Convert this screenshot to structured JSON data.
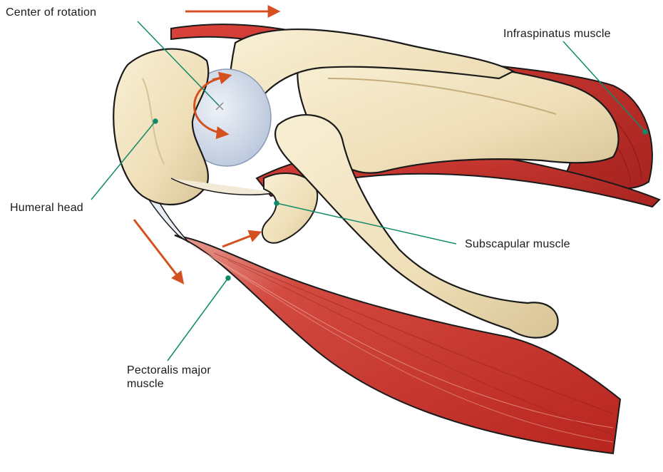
{
  "labels": {
    "center_of_rotation": "Center of rotation",
    "infraspinatus": "Infraspinatus muscle",
    "humeral_head": "Humeral head",
    "subscapular": "Subscapular muscle",
    "pectoralis_line1": "Pectoralis major",
    "pectoralis_line2": "muscle"
  },
  "colors": {
    "bone": "#f1e3bf",
    "bone_shadow": "#d9c79c",
    "muscle": "#c8322e",
    "muscle_dark": "#9c1f1c",
    "cartilage": "#c9d4e6",
    "arrow": "#d4511f",
    "leader": "#0f8a6a"
  },
  "icons": {
    "rotation_center": "x-mark-icon",
    "motion_arrows": "arrow-icon"
  }
}
